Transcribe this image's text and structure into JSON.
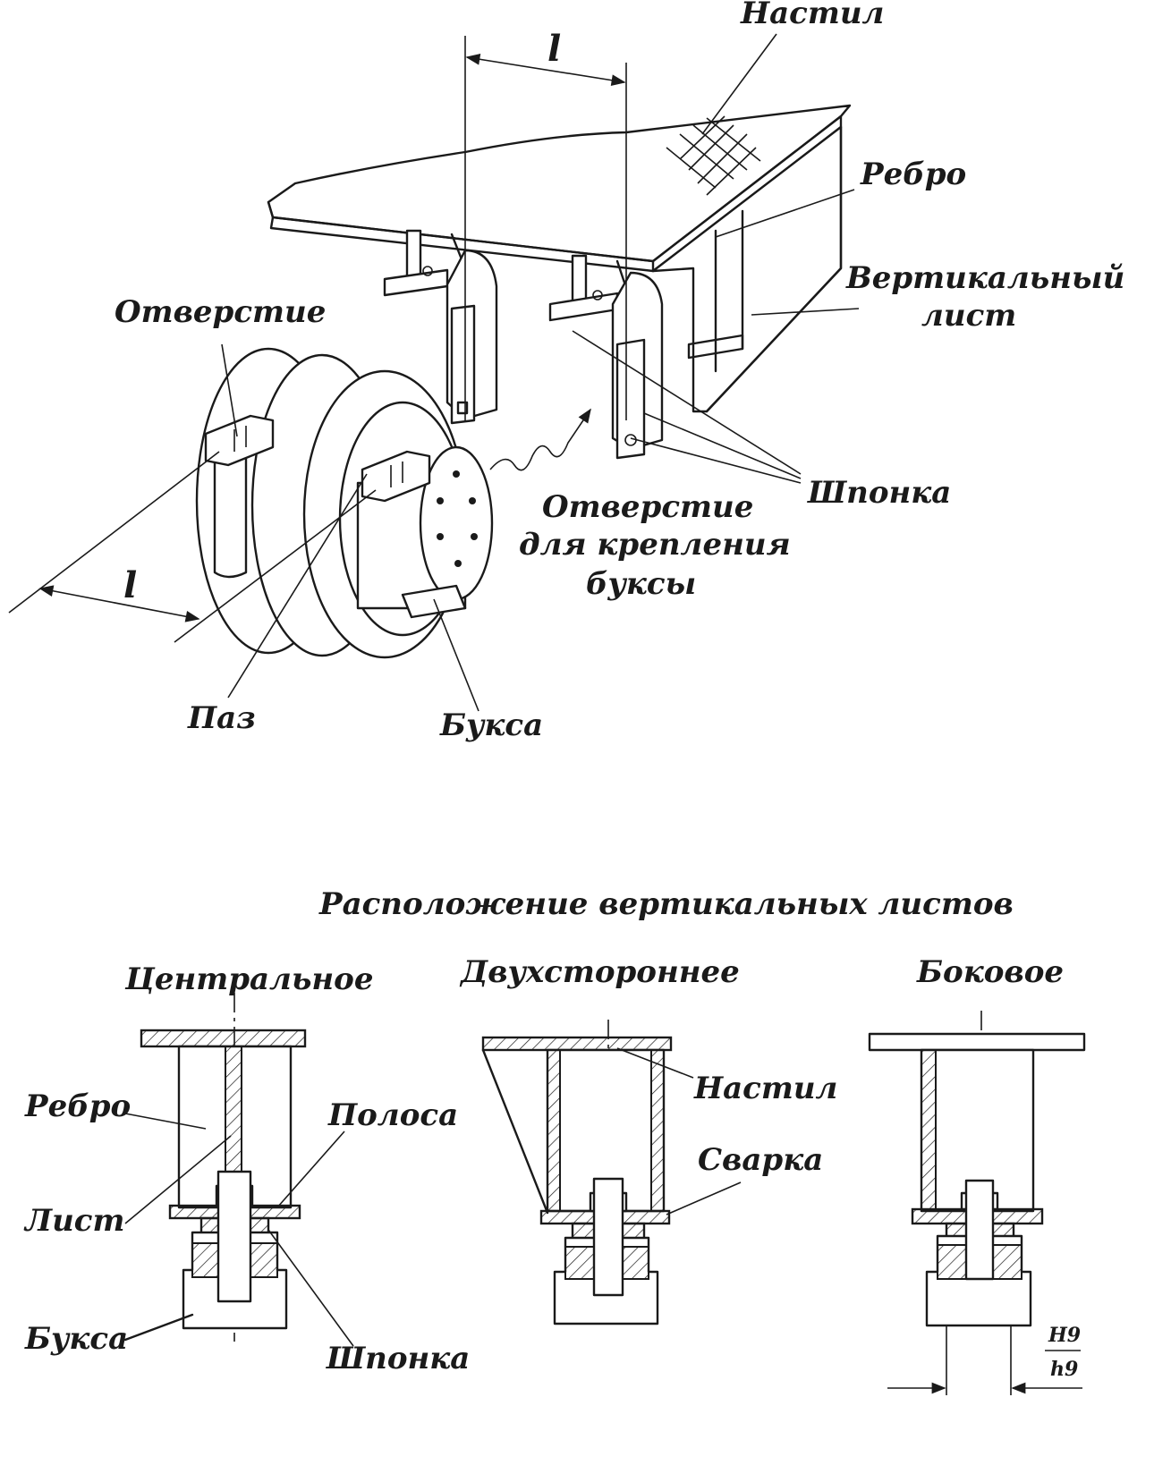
{
  "top_labels": {
    "nastil": "Настил",
    "rebro": "Ребро",
    "vertical_sheet_line1": "Вертикальный",
    "vertical_sheet_line2": "лист",
    "otverstie": "Отверстие",
    "shponka": "Шпонка",
    "mount_hole_line1": "Отверстие",
    "mount_hole_line2": "для крепления",
    "mount_hole_line3": "буксы",
    "paz": "Паз",
    "buksa": "Букса",
    "dim_top": "l",
    "dim_left": "l"
  },
  "section_title": "Расположение вертикальных листов",
  "variants": {
    "central": {
      "title": "Центральное",
      "rebro": "Ребро",
      "list": "Лист",
      "buksa": "Букса",
      "polosa": "Полоса",
      "shponka": "Шпонка"
    },
    "two_sided": {
      "title": "Двухстороннее",
      "nastil": "Настил",
      "svarka": "Сварка"
    },
    "side": {
      "title": "Боковое",
      "fit_upper": "H9",
      "fit_lower": "h9"
    }
  }
}
